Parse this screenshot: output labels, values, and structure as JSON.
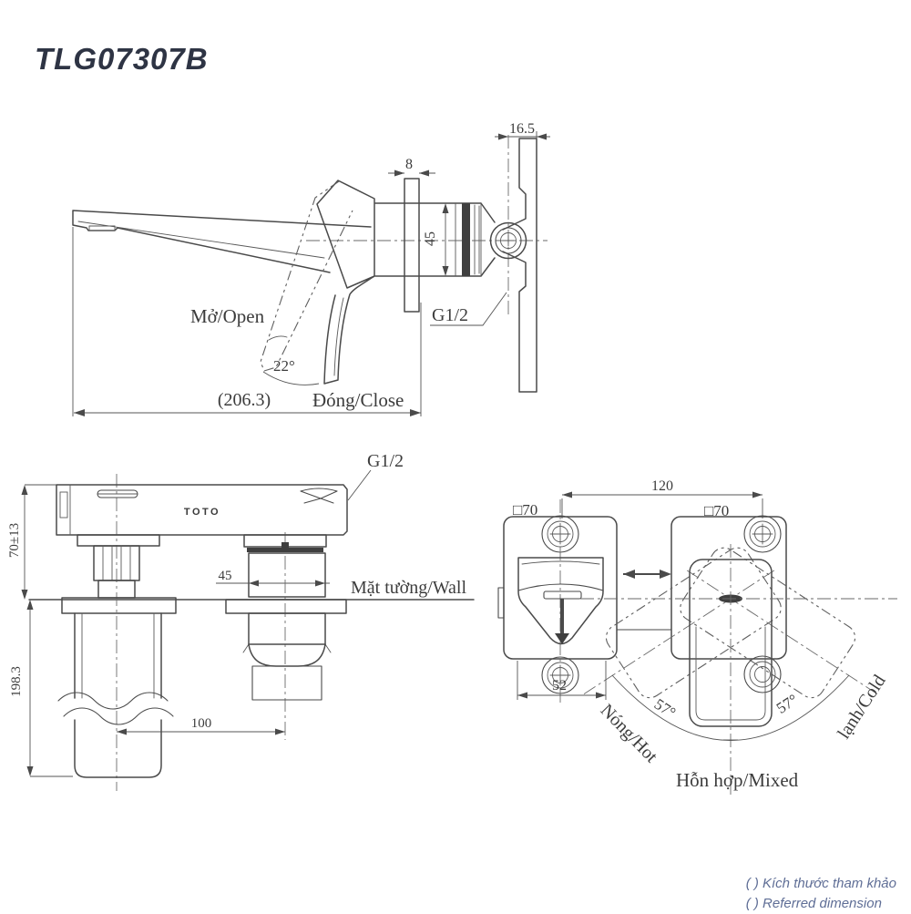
{
  "title": "TLG07307B",
  "views": {
    "side": {
      "dims": {
        "valve_depth": "16.5",
        "plate_thickness": "8",
        "body_height": "45",
        "thread": "G1/2",
        "open": "Mở/Open",
        "open_angle": "22°",
        "spout_length": "(206.3)",
        "close": "Đóng/Close"
      }
    },
    "plan": {
      "logo": "TOTO",
      "dims": {
        "thread": "G1/2",
        "mount_height": "70±13",
        "valve_width": "45",
        "wall": "Mặt tường/Wall",
        "pipe_depth": "198.3",
        "center_distance": "100"
      }
    },
    "front": {
      "dims": {
        "center_distance": "120",
        "plate_left": "□70",
        "plate_right": "□70",
        "body_width": "52",
        "swing_left": "57°",
        "swing_right": "57°"
      },
      "labels": {
        "hot": "Nóng/Hot",
        "cold": "lạnh/Cold",
        "mixed": "Hỗn hợp/Mixed"
      }
    }
  },
  "footnote": {
    "line1": "( ) Kích thước tham khảo",
    "line2": "( ) Referred dimension"
  },
  "colors": {
    "background": "#ffffff",
    "line": "#4a4a4a",
    "text": "#3c3c3c",
    "title": "#2e3444",
    "footnote": "#5f6e96"
  }
}
